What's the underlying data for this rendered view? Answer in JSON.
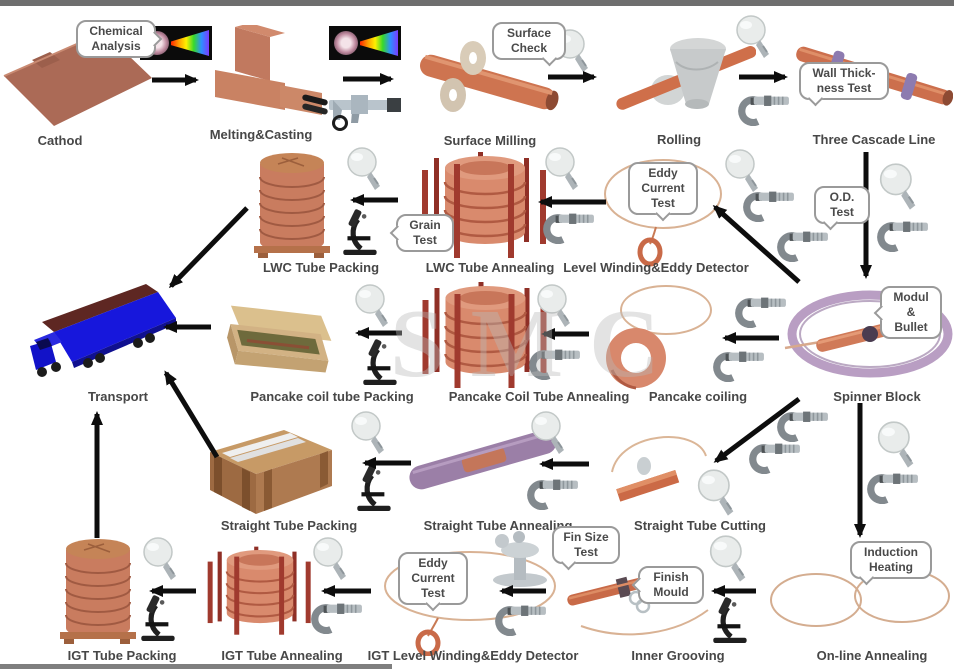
{
  "page": {
    "background": "#ffffff",
    "top_bar_color": "#6e6e6e"
  },
  "watermark": "SMC",
  "colors": {
    "copper": "#c97a5e",
    "copper_dark": "#a05a42",
    "rod_red": "#9e372d",
    "purple_ring": "#b99ec3",
    "purple_tube": "#9b7fa7",
    "truck_blue": "#1717dc",
    "truck_top": "#5e2722",
    "crate_tan": "#d2b284",
    "crate_wood": "#a06c42",
    "arrow_black": "#0d0d0d",
    "label_text": "#474747",
    "callout_border": "#9a9a9a"
  },
  "icons": {
    "magnifier": "magnifier-icon",
    "micrometer": "micrometer-icon",
    "microscope": "microscope-icon",
    "caliper": "caliper-icon",
    "spectrum": "spectrum-analysis-image",
    "fin_projector": "profile-projector-icon"
  },
  "nodes": {
    "cathod": {
      "label": "Cathod"
    },
    "melting": {
      "label": "Melting&Casting"
    },
    "surface_milling": {
      "label": "Surface Milling"
    },
    "rolling": {
      "label": "Rolling"
    },
    "three_cascade": {
      "label": "Three Cascade Line"
    },
    "lwc_packing": {
      "label": "LWC Tube Packing"
    },
    "lwc_annealing": {
      "label": "LWC Tube Annealing"
    },
    "level_winding": {
      "label": "Level Winding&Eddy Detector"
    },
    "transport": {
      "label": "Transport"
    },
    "pancake_packing": {
      "label": "Pancake coil tube Packing"
    },
    "pancake_annealing": {
      "label": "Pancake Coil Tube Annealing"
    },
    "pancake_coiling": {
      "label": "Pancake coiling"
    },
    "spinner_block": {
      "label": "Spinner Block"
    },
    "straight_packing": {
      "label": "Straight Tube Packing"
    },
    "straight_annealing": {
      "label": "Straight Tube Annealing"
    },
    "straight_cutting": {
      "label": "Straight Tube Cutting"
    },
    "igt_packing": {
      "label": "IGT Tube Packing"
    },
    "igt_annealing": {
      "label": "IGT Tube Annealing"
    },
    "igt_level_winding": {
      "label": "IGT Level Winding&Eddy Detector"
    },
    "inner_grooving": {
      "label": "Inner Grooving"
    },
    "online_annealing": {
      "label": "On-line Annealing"
    }
  },
  "callouts": {
    "chemical": {
      "line1": "Chemical",
      "line2": "Analysis"
    },
    "surface_check": {
      "line1": "Surface",
      "line2": "Check"
    },
    "wall_thickness": {
      "line1": "Wall Thick-",
      "line2": "ness Test"
    },
    "grain": {
      "line1": "Grain",
      "line2": "Test"
    },
    "eddy_lwc": {
      "line1": "Eddy",
      "line2": "Current",
      "line3": "Test"
    },
    "od": {
      "line1": "O.D.",
      "line2": "Test"
    },
    "modul": {
      "line1": "Modul",
      "line2": "&",
      "line3": "Bullet"
    },
    "induction": {
      "line1": "Induction",
      "line2": "Heating"
    },
    "fin_size": {
      "line1": "Fin Size",
      "line2": "Test"
    },
    "finish_mould": {
      "line1": "Finish",
      "line2": "Mould"
    },
    "eddy_igt": {
      "line1": "Eddy",
      "line2": "Current",
      "line3": "Test"
    }
  },
  "arrows": [
    [
      152,
      80,
      196,
      80
    ],
    [
      343,
      79,
      391,
      79
    ],
    [
      548,
      77,
      594,
      77
    ],
    [
      739,
      77,
      785,
      77
    ],
    [
      866,
      152,
      866,
      276
    ],
    [
      799,
      282,
      715,
      207
    ],
    [
      606,
      202,
      541,
      202
    ],
    [
      398,
      200,
      353,
      200
    ],
    [
      247,
      208,
      171,
      286
    ],
    [
      779,
      338,
      725,
      338
    ],
    [
      589,
      334,
      544,
      334
    ],
    [
      402,
      333,
      358,
      333
    ],
    [
      211,
      327,
      166,
      327
    ],
    [
      799,
      399,
      716,
      461
    ],
    [
      589,
      464,
      542,
      464
    ],
    [
      411,
      463,
      365,
      463
    ],
    [
      217,
      457,
      166,
      373
    ],
    [
      860,
      403,
      860,
      535
    ],
    [
      756,
      591,
      714,
      591
    ],
    [
      546,
      591,
      502,
      591
    ],
    [
      371,
      591,
      324,
      591
    ],
    [
      196,
      591,
      152,
      591
    ],
    [
      97,
      538,
      97,
      414
    ]
  ]
}
